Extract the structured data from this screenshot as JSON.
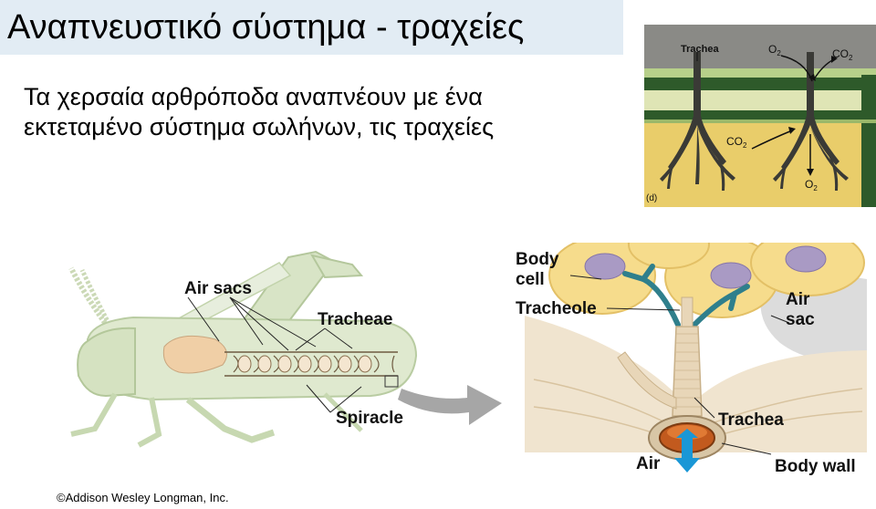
{
  "slide": {
    "title": "Αναπνευστικό σύστημα - τραχείες",
    "body_lines": [
      "Τα χερσαία αρθρόποδα αναπνέουν με ένα",
      "εκτεταμένο σύστημα σωλήνων, τις τραχείες"
    ]
  },
  "figure_top": {
    "trachea_label": "Trachea",
    "o2_top": "O",
    "o2_top_sub": "2",
    "co2_top": "CO",
    "co2_top_sub": "2",
    "co2_mid": "CO",
    "co2_mid_sub": "2",
    "o2_bottom": "O",
    "o2_bottom_sub": "2",
    "panel_tag": "(d)"
  },
  "figure_insect": {
    "air_sacs": "Air sacs",
    "tracheae": "Tracheae",
    "spiracle": "Spiracle"
  },
  "figure_detail": {
    "body_cell_line1": "Body",
    "body_cell_line2": "cell",
    "tracheole": "Tracheole",
    "air_sac_line1": "Air",
    "air_sac_line2": "sac",
    "trachea": "Trachea",
    "air": "Air",
    "body_wall": "Body wall"
  },
  "credit": "©Addison Wesley Longman, Inc.",
  "colors": {
    "title_bg": "#e2ecf4",
    "soil": "#e9cd6a",
    "tissue_green": "#2e5a2a",
    "cell_yellow": "#f6dc8c",
    "nucleus": "#a99ac4",
    "tracheole_teal": "#2f7f8c",
    "tube_tan": "#e8d6b8",
    "arrow_blue": "#1a97d6"
  }
}
